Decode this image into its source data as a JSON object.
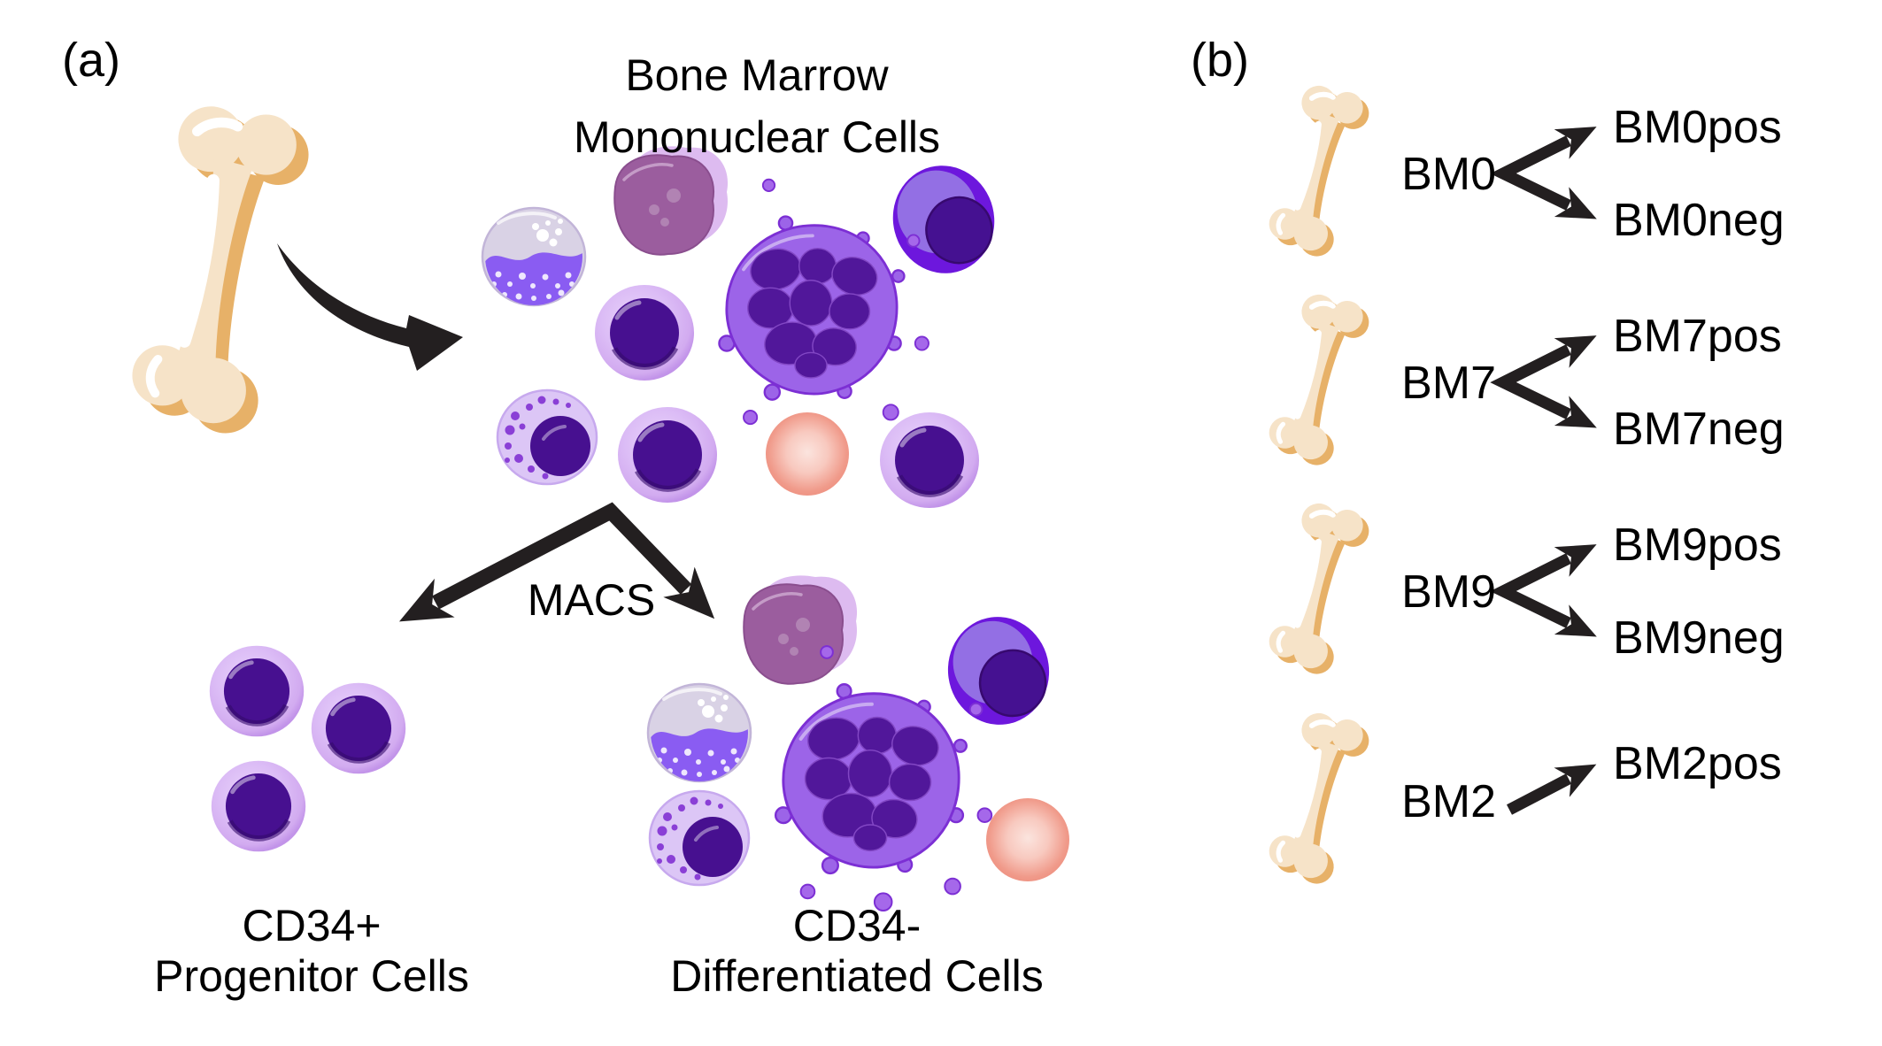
{
  "panel_a": {
    "label": "(a)",
    "source": {
      "line1": "Bone Marrow",
      "line2": "Mononuclear Cells"
    },
    "process": "MACS",
    "left_product": {
      "line1": "CD34+",
      "line2": "Progenitor Cells"
    },
    "right_product": {
      "line1": "CD34-",
      "line2": "Differentiated Cells"
    }
  },
  "panel_b": {
    "label": "(b)",
    "rows": [
      {
        "sample": "BM0",
        "pos": "BM0pos",
        "neg": "BM0neg"
      },
      {
        "sample": "BM7",
        "pos": "BM7pos",
        "neg": "BM7neg"
      },
      {
        "sample": "BM9",
        "pos": "BM9pos",
        "neg": "BM9neg"
      },
      {
        "sample": "BM2",
        "pos": "BM2pos"
      }
    ]
  },
  "colors": {
    "background": "#ffffff",
    "text": "#000000",
    "arrow": "#231f20",
    "bone_fill": "#f6e3c8",
    "bone_shadow": "#e7b168",
    "lymphocyte_membrane": "#d2abf0",
    "nucleus_dark": "#471090",
    "megakaryocyte_body": "#9c64e8",
    "megakaryocyte_outline": "#7c2fd4",
    "megakaryocyte_nucleus": "#51179a",
    "monocyte_body": "#9b5d9e",
    "neutrophil_shell": "#d9d2e5",
    "neutrophil_band": "#8a5cf2",
    "eosinophil_body": "#dcc6f6",
    "eosinophil_granules": "#8a3fd6",
    "blast_cell_violet": "#6d17dd",
    "erythrocyte": "#ee9181"
  }
}
